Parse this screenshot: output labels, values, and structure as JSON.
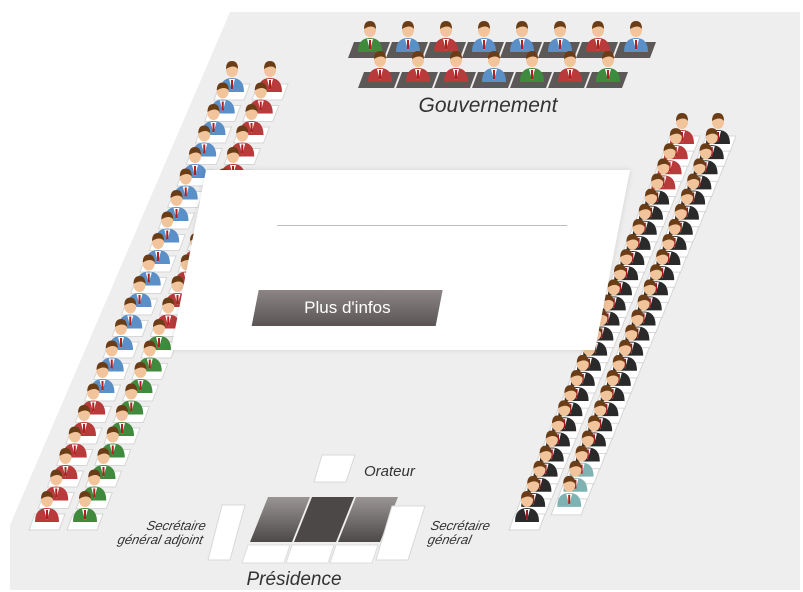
{
  "labels": {
    "government": "Gouvernement",
    "speaker": "Orateur",
    "deputy_secretary_general": [
      "Secrétaire",
      "général adjoint"
    ],
    "secretary_general": [
      "Secrétaire",
      "général"
    ],
    "presidency": "Présidence"
  },
  "button": {
    "more_info": "Plus d'infos"
  },
  "colors": {
    "floor": "#eeeeee",
    "seat": "#ffffff",
    "blue_party": "#5b8fc7",
    "red_party": "#b83a3a",
    "green_party": "#3f8a3c",
    "black_party": "#2a2a2a",
    "teal_party": "#7fb3b3",
    "presidency_seat": "#6e6a6a",
    "skin": "#f2c49b",
    "hair": "#6b3d17"
  },
  "seating": {
    "government_row1": [
      "green",
      "blue",
      "red",
      "blue",
      "blue",
      "blue",
      "red",
      "blue"
    ],
    "government_row2": [
      "red",
      "red",
      "red",
      "blue",
      "green",
      "red",
      "green"
    ],
    "left_blue_count": 15,
    "left_red_count": 18,
    "left_green_count": 9,
    "right_red_count": 4,
    "right_black_count": 44,
    "right_teal_count": 3
  }
}
